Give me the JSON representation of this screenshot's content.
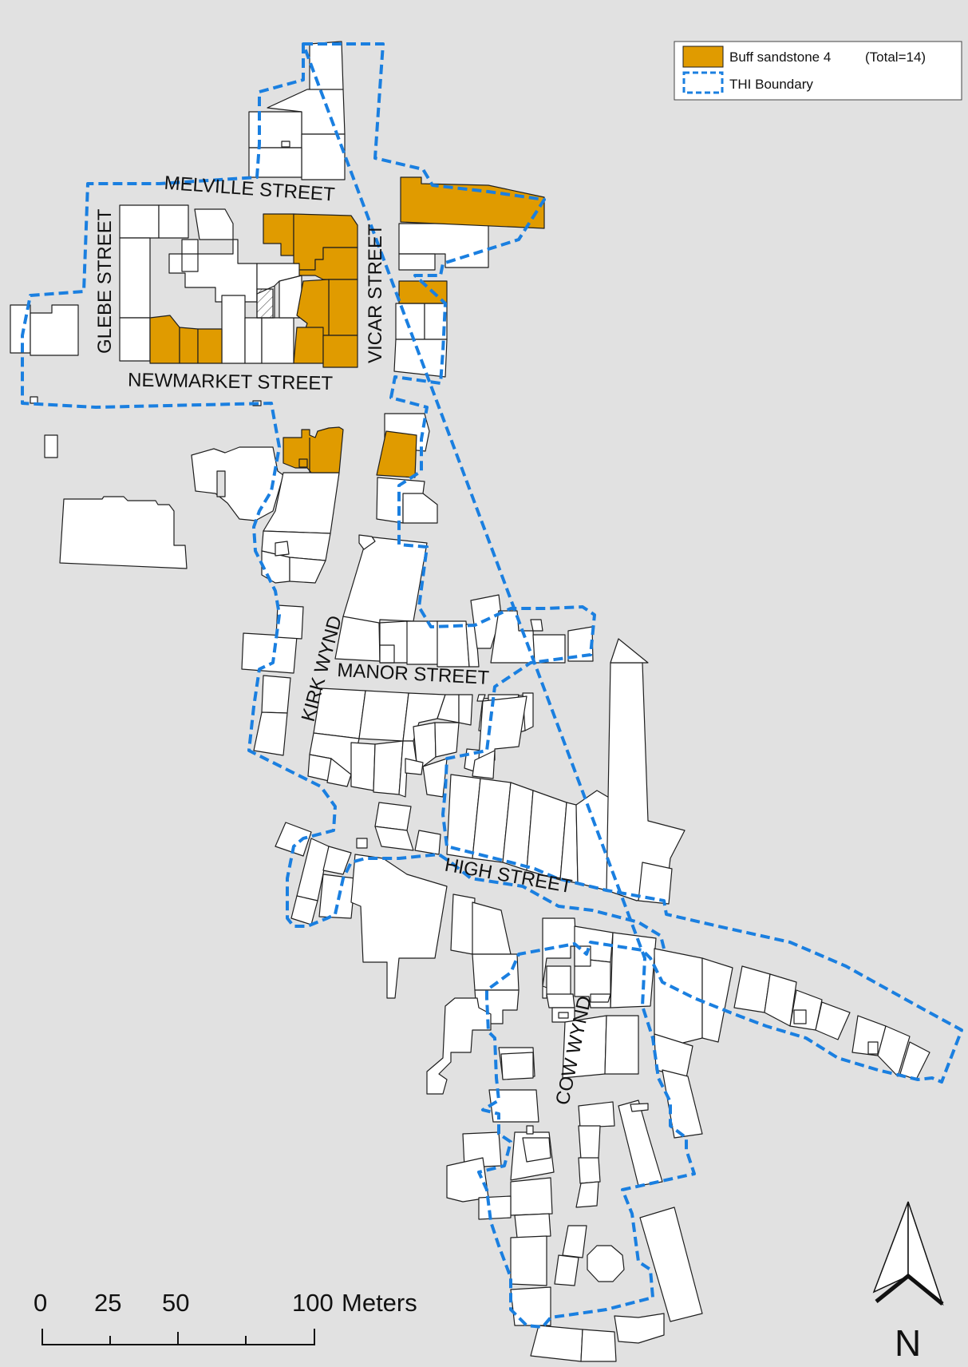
{
  "colors": {
    "background": "#e1e1e1",
    "building_fill": "#ffffff",
    "highlight_fill": "#e09b00",
    "boundary_stroke": "#1a7fe0"
  },
  "legend": {
    "highlight_label": "Buff sandstone 4",
    "highlight_total": "(Total=14)",
    "boundary_label": "THI Boundary"
  },
  "streets": {
    "melville": "MELVILLE STREET",
    "glebe": "GLEBE STREET",
    "vicar": "VICAR STREET",
    "newmarket": "NEWMARKET STREET",
    "kirk_wynd": "KIRK WYND",
    "manor": "MANOR STREET",
    "high": "HIGH STREET",
    "cow_wynd": "COW WYND"
  },
  "scale_bar": {
    "ticks": [
      "0",
      "25",
      "50",
      "100"
    ],
    "unit": "Meters"
  },
  "north_arrow": {
    "label": "N"
  },
  "icons": {
    "north_arrow": "north-arrow-icon",
    "legend_swatch": "swatch-icon"
  }
}
